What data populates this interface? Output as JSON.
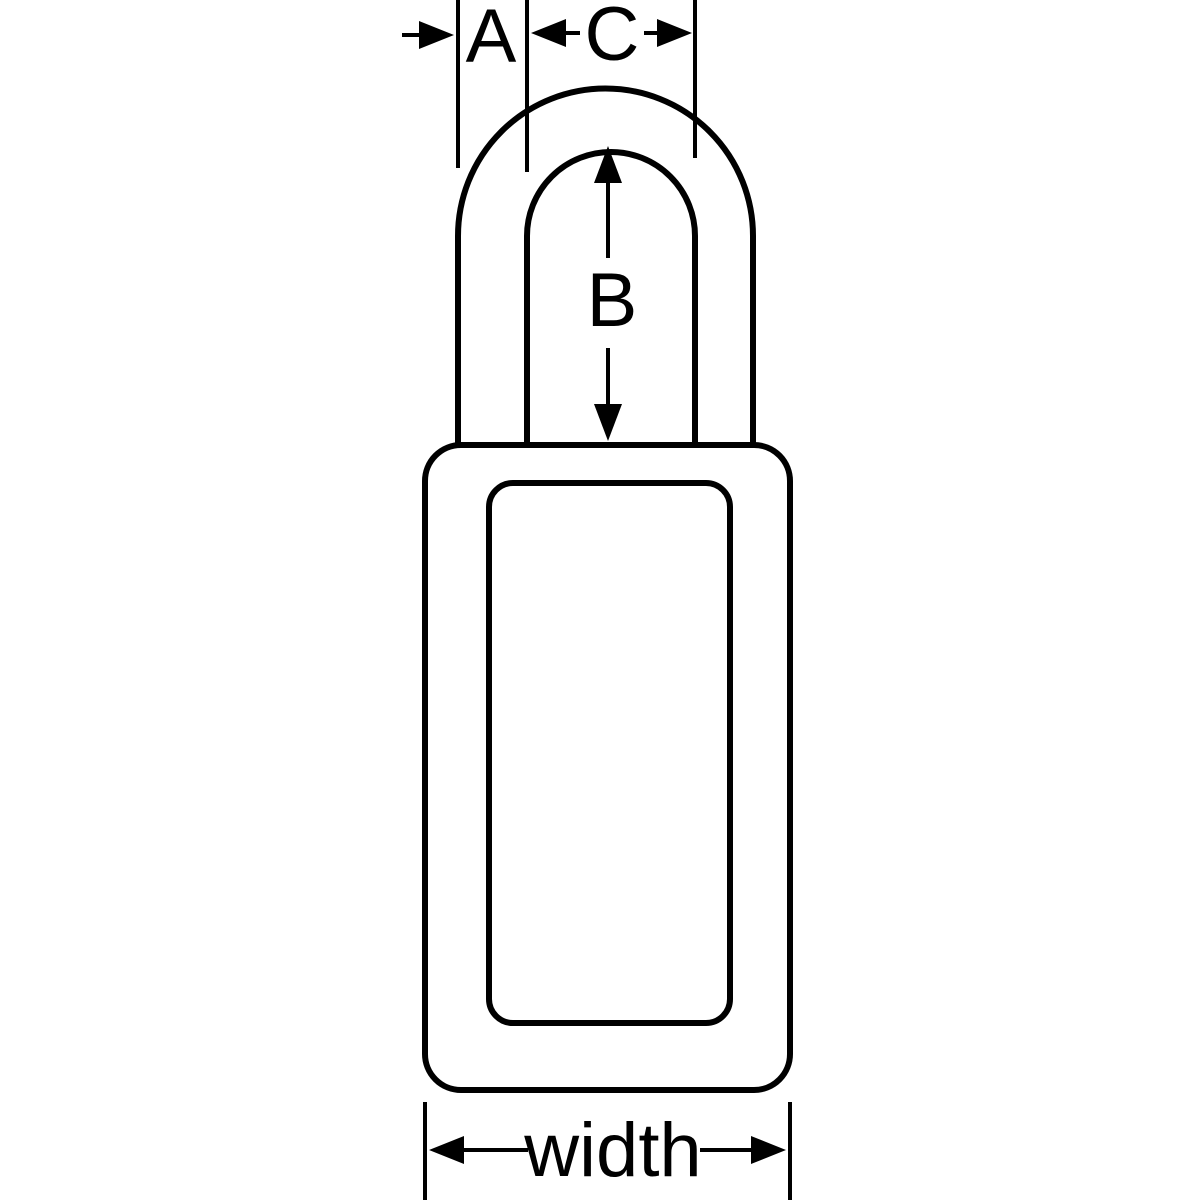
{
  "diagram": {
    "type": "technical-dimension-diagram",
    "subject": "padlock",
    "labels": {
      "shackle_diameter": "A",
      "vertical_clearance": "B",
      "horizontal_clearance": "C",
      "body_width": "width"
    },
    "colors": {
      "line": "#000000",
      "background": "#ffffff"
    }
  }
}
